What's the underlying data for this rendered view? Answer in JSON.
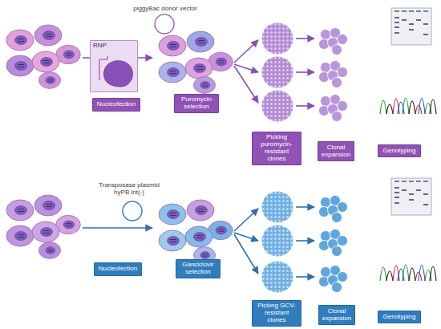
{
  "diagram": {
    "nodes": [
      {
        "text": [
          "RNP"
        ]
      },
      {
        "text": [
          "Nucleofection"
        ]
      },
      {
        "text": [
          "Puromycin selection"
        ]
      },
      {
        "text": [
          "Picking puromycin-resistant clones"
        ]
      },
      {
        "text": [
          "Clonal expansion"
        ]
      },
      {
        "text": [
          "Genotyping"
        ]
      },
      {
        "text": [
          "Nucleofection"
        ]
      },
      {
        "text": [
          "Ganciclovir selection"
        ]
      },
      {
        "text": [
          "Picking GCV-resistant clones"
        ]
      },
      {
        "text": [
          "Clonal expansion"
        ]
      },
      {
        "text": [
          "Genotyping"
        ]
      }
    ],
    "labels": [
      "piggyBac donor vector",
      "Transposase plasmid hyPB int(-)"
    ]
  }
}
